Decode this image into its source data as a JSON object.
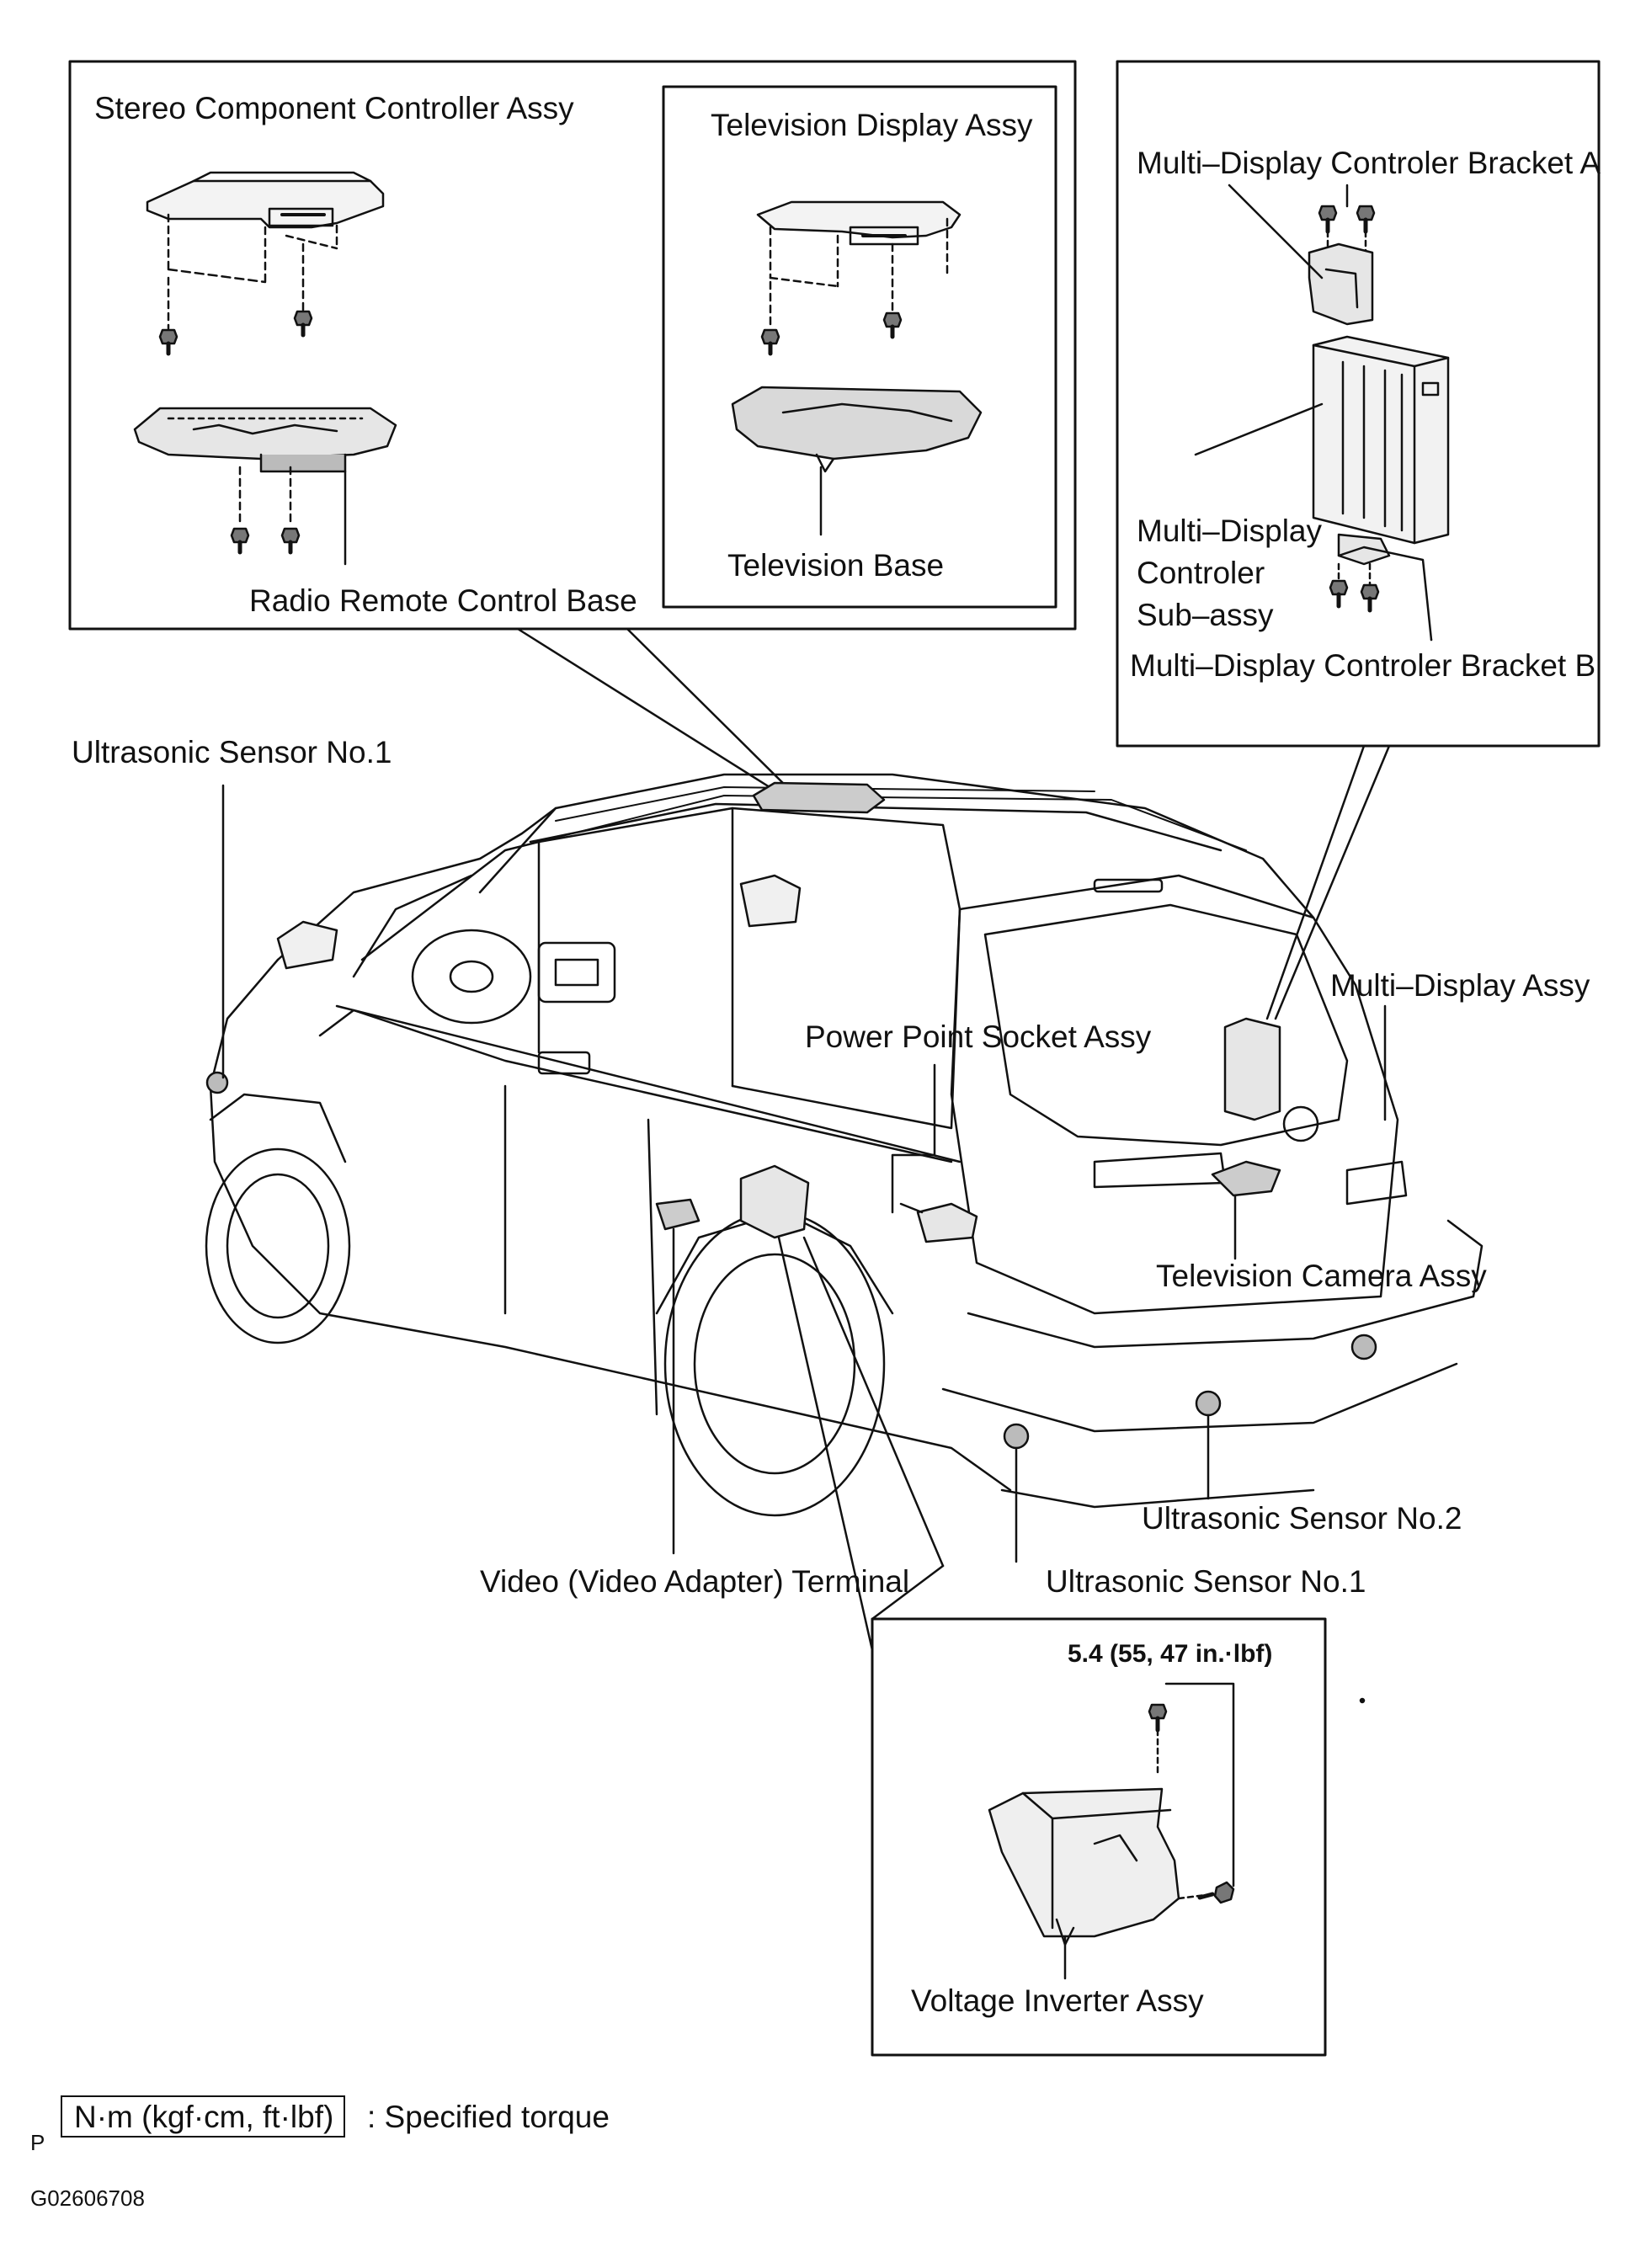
{
  "panels": {
    "stereo": {
      "title": "Stereo Component Controller Assy",
      "base_label": "Radio Remote Control Base"
    },
    "television": {
      "title": "Television Display Assy",
      "base_label": "Television Base"
    },
    "multi_display": {
      "bracket_a": "Multi–Display Controler Bracket A",
      "sub_assy_line1": "Multi–Display",
      "sub_assy_line2": "Controler",
      "sub_assy_line3": "Sub–assy",
      "bracket_b": "Multi–Display Controler Bracket B"
    },
    "inverter": {
      "torque": "5.4 (55, 47 in.·lbf)",
      "label": "Voltage Inverter Assy"
    }
  },
  "vehicle_labels": {
    "ultrasonic_front": "Ultrasonic Sensor No.1",
    "multi_display_assy": "Multi–Display Assy",
    "power_point": "Power Point Socket Assy",
    "tv_camera": "Television Camera Assy",
    "ultrasonic_no2": "Ultrasonic Sensor No.2",
    "video_terminal": "Video (Video Adapter) Terminal",
    "ultrasonic_rear": "Ultrasonic Sensor No.1"
  },
  "legend": {
    "unit": "N·m (kgf·cm, ft·lbf)",
    "description": ": Specified torque",
    "side_letter": "P"
  },
  "figure_code": "G02606708"
}
